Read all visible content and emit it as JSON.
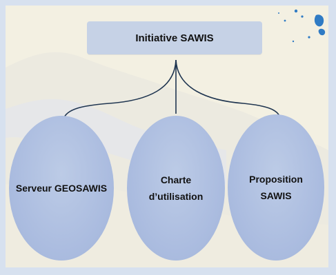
{
  "diagram": {
    "root": {
      "label": "Initiative SAWIS"
    },
    "children": [
      {
        "label": "Serveur GEOSAWIS"
      },
      {
        "label": "Charte\nd’utilisation"
      },
      {
        "label": "Proposition\nSAWIS"
      }
    ]
  },
  "colors": {
    "frame": "#d7e1ef",
    "root_box": "#c6d2e6",
    "node_fill": "#a9bbdf",
    "connector": "#1f3550",
    "map_land": "#f1eedd",
    "map_water": "#e4e8ee",
    "map_blue_spots": "#2f7bc4"
  }
}
